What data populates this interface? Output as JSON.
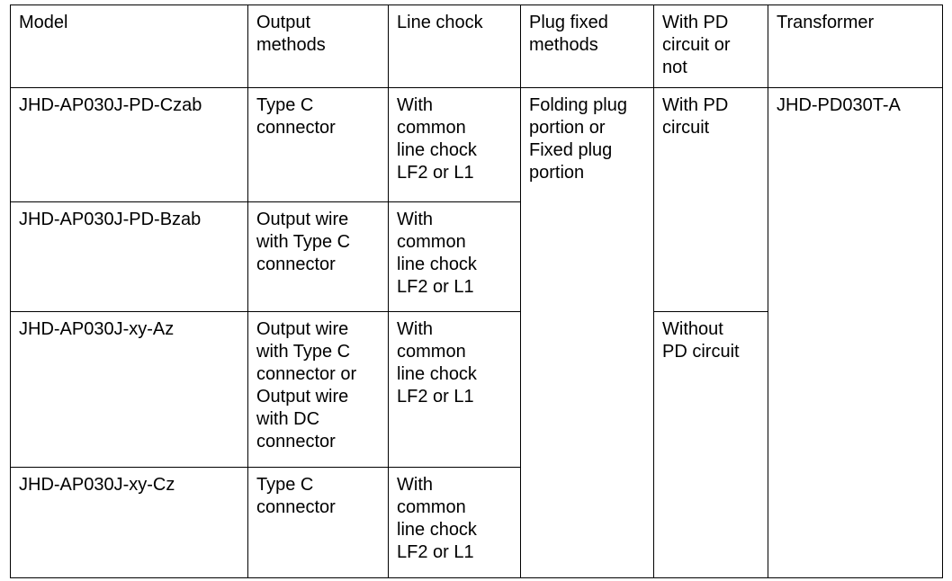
{
  "table": {
    "columns": [
      {
        "key": "model",
        "label": "Model"
      },
      {
        "key": "output",
        "label": "Output\nmethods"
      },
      {
        "key": "chock",
        "label": "Line chock"
      },
      {
        "key": "plug",
        "label": "Plug fixed\nmethods"
      },
      {
        "key": "pd",
        "label": "With PD\ncircuit or\nnot"
      },
      {
        "key": "transformer",
        "label": "Transformer"
      }
    ],
    "rows": [
      {
        "model": "JHD-AP030J-PD-Czab",
        "output": "Type C\nconnector",
        "chock": "With\ncommon\nline chock\nLF2 or L1",
        "plug": "Folding plug\nportion or\nFixed plug\nportion",
        "pd": "With PD\ncircuit",
        "transformer": "JHD-PD030T-A"
      },
      {
        "model": "JHD-AP030J-PD-Bzab",
        "output": "Output wire\nwith Type C\nconnector",
        "chock": "With\ncommon\nline chock\nLF2 or L1"
      },
      {
        "model": "JHD-AP030J-xy-Az",
        "output": "Output wire\nwith Type C\nconnector or\nOutput wire\nwith DC\nconnector",
        "chock": "With\ncommon\nline chock\nLF2 or L1",
        "pd": "Without\nPD circuit"
      },
      {
        "model": "JHD-AP030J-xy-Cz",
        "output": "Type C\nconnector",
        "chock": "With\ncommon\nline chock\nLF2 or L1"
      }
    ]
  },
  "colors": {
    "border": "#000000",
    "text": "#000000",
    "background": "#ffffff"
  }
}
